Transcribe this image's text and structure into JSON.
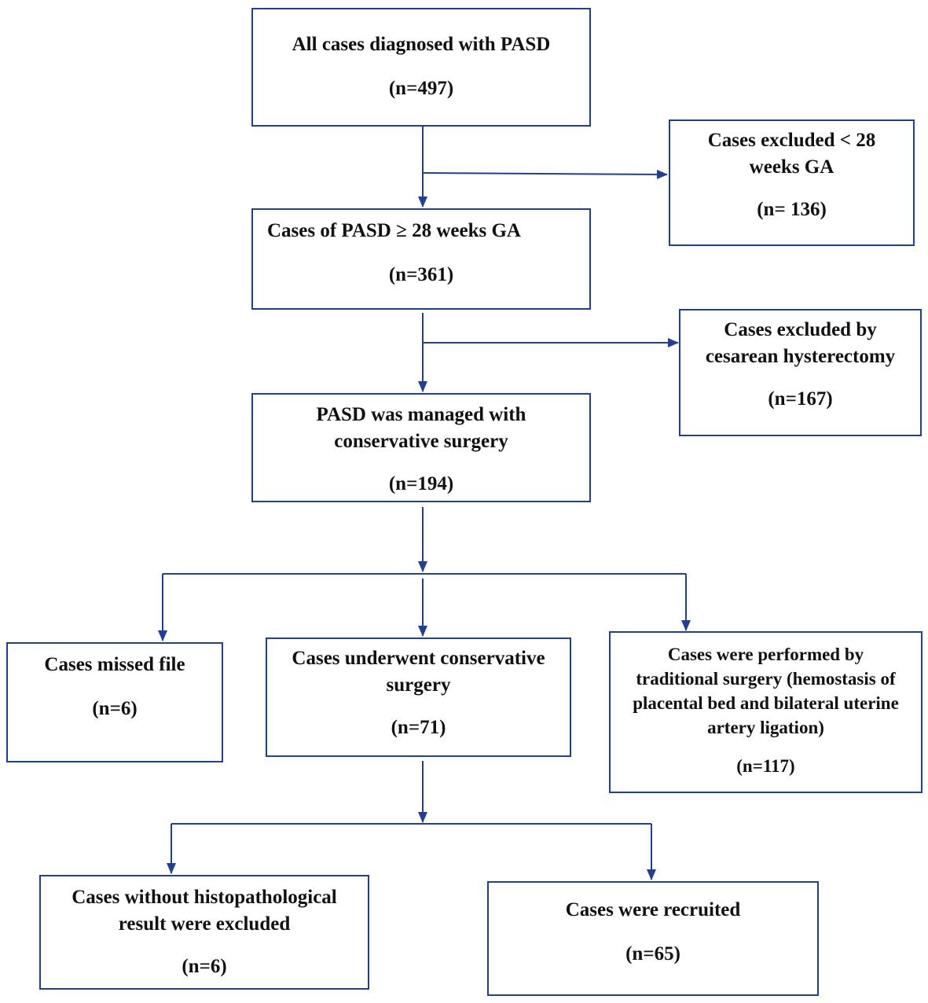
{
  "diagram": {
    "line_color": "#1f3f99",
    "nodes": {
      "all_cases": {
        "text": "All cases diagnosed with PASD",
        "n": "(n=497)"
      },
      "excluded_lt28": {
        "text": "Cases excluded < 28 weeks GA",
        "n": "(n= 136)"
      },
      "ge28": {
        "text": "Cases of PASD ≥ 28 weeks GA",
        "n": "(n=361)"
      },
      "excluded_hysterectomy": {
        "text": "Cases excluded by cesarean hysterectomy",
        "n": "(n=167)"
      },
      "conservative": {
        "text": "PASD was managed with conservative surgery",
        "n": "(n=194)"
      },
      "missed_file": {
        "text": "Cases missed file",
        "n": "(n=6)"
      },
      "underwent": {
        "text": "Cases underwent conservative surgery",
        "n": "(n=71)"
      },
      "traditional": {
        "text": "Cases were performed by traditional surgery (hemostasis of placental bed and bilateral uterine artery ligation)",
        "n": "(n=117)"
      },
      "no_histo": {
        "text": "Cases without histopathological result were excluded",
        "n": "(n=6)"
      },
      "recruited": {
        "text": "Cases were recruited",
        "n": "(n=65)"
      }
    }
  }
}
